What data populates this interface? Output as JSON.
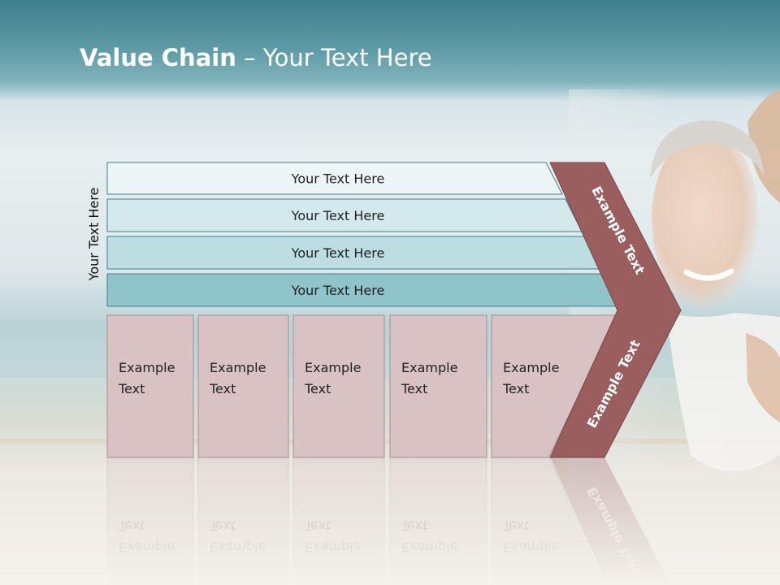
{
  "slide": {
    "title_bold": "Value Chain",
    "title_rest": " – Your Text Here",
    "side_label": "Your Text Here"
  },
  "support_rows": [
    {
      "label": "Your Text Here",
      "fill": "#edf5f6"
    },
    {
      "label": "Your Text Here",
      "fill": "#d4e9ec"
    },
    {
      "label": "Your Text Here",
      "fill": "#bcdde2"
    },
    {
      "label": "Your Text Here",
      "fill": "#8fc4cb"
    }
  ],
  "primary_activities": [
    {
      "line1": "Example",
      "line2": "Text"
    },
    {
      "line1": "Example",
      "line2": "Text"
    },
    {
      "line1": "Example",
      "line2": "Text"
    },
    {
      "line1": "Example",
      "line2": "Text"
    },
    {
      "line1": "Example",
      "line2": "Text"
    }
  ],
  "chevron": {
    "upper_label": "Example Text",
    "lower_label": "Example Text"
  },
  "colors": {
    "teal_stroke": "#3f7f8a",
    "box_fill": "#d8c2c4",
    "box_stroke": "#a58f92",
    "chevron_fill": "#9a5e5e",
    "chevron_stroke": "#7a4446",
    "text": "#222222"
  }
}
